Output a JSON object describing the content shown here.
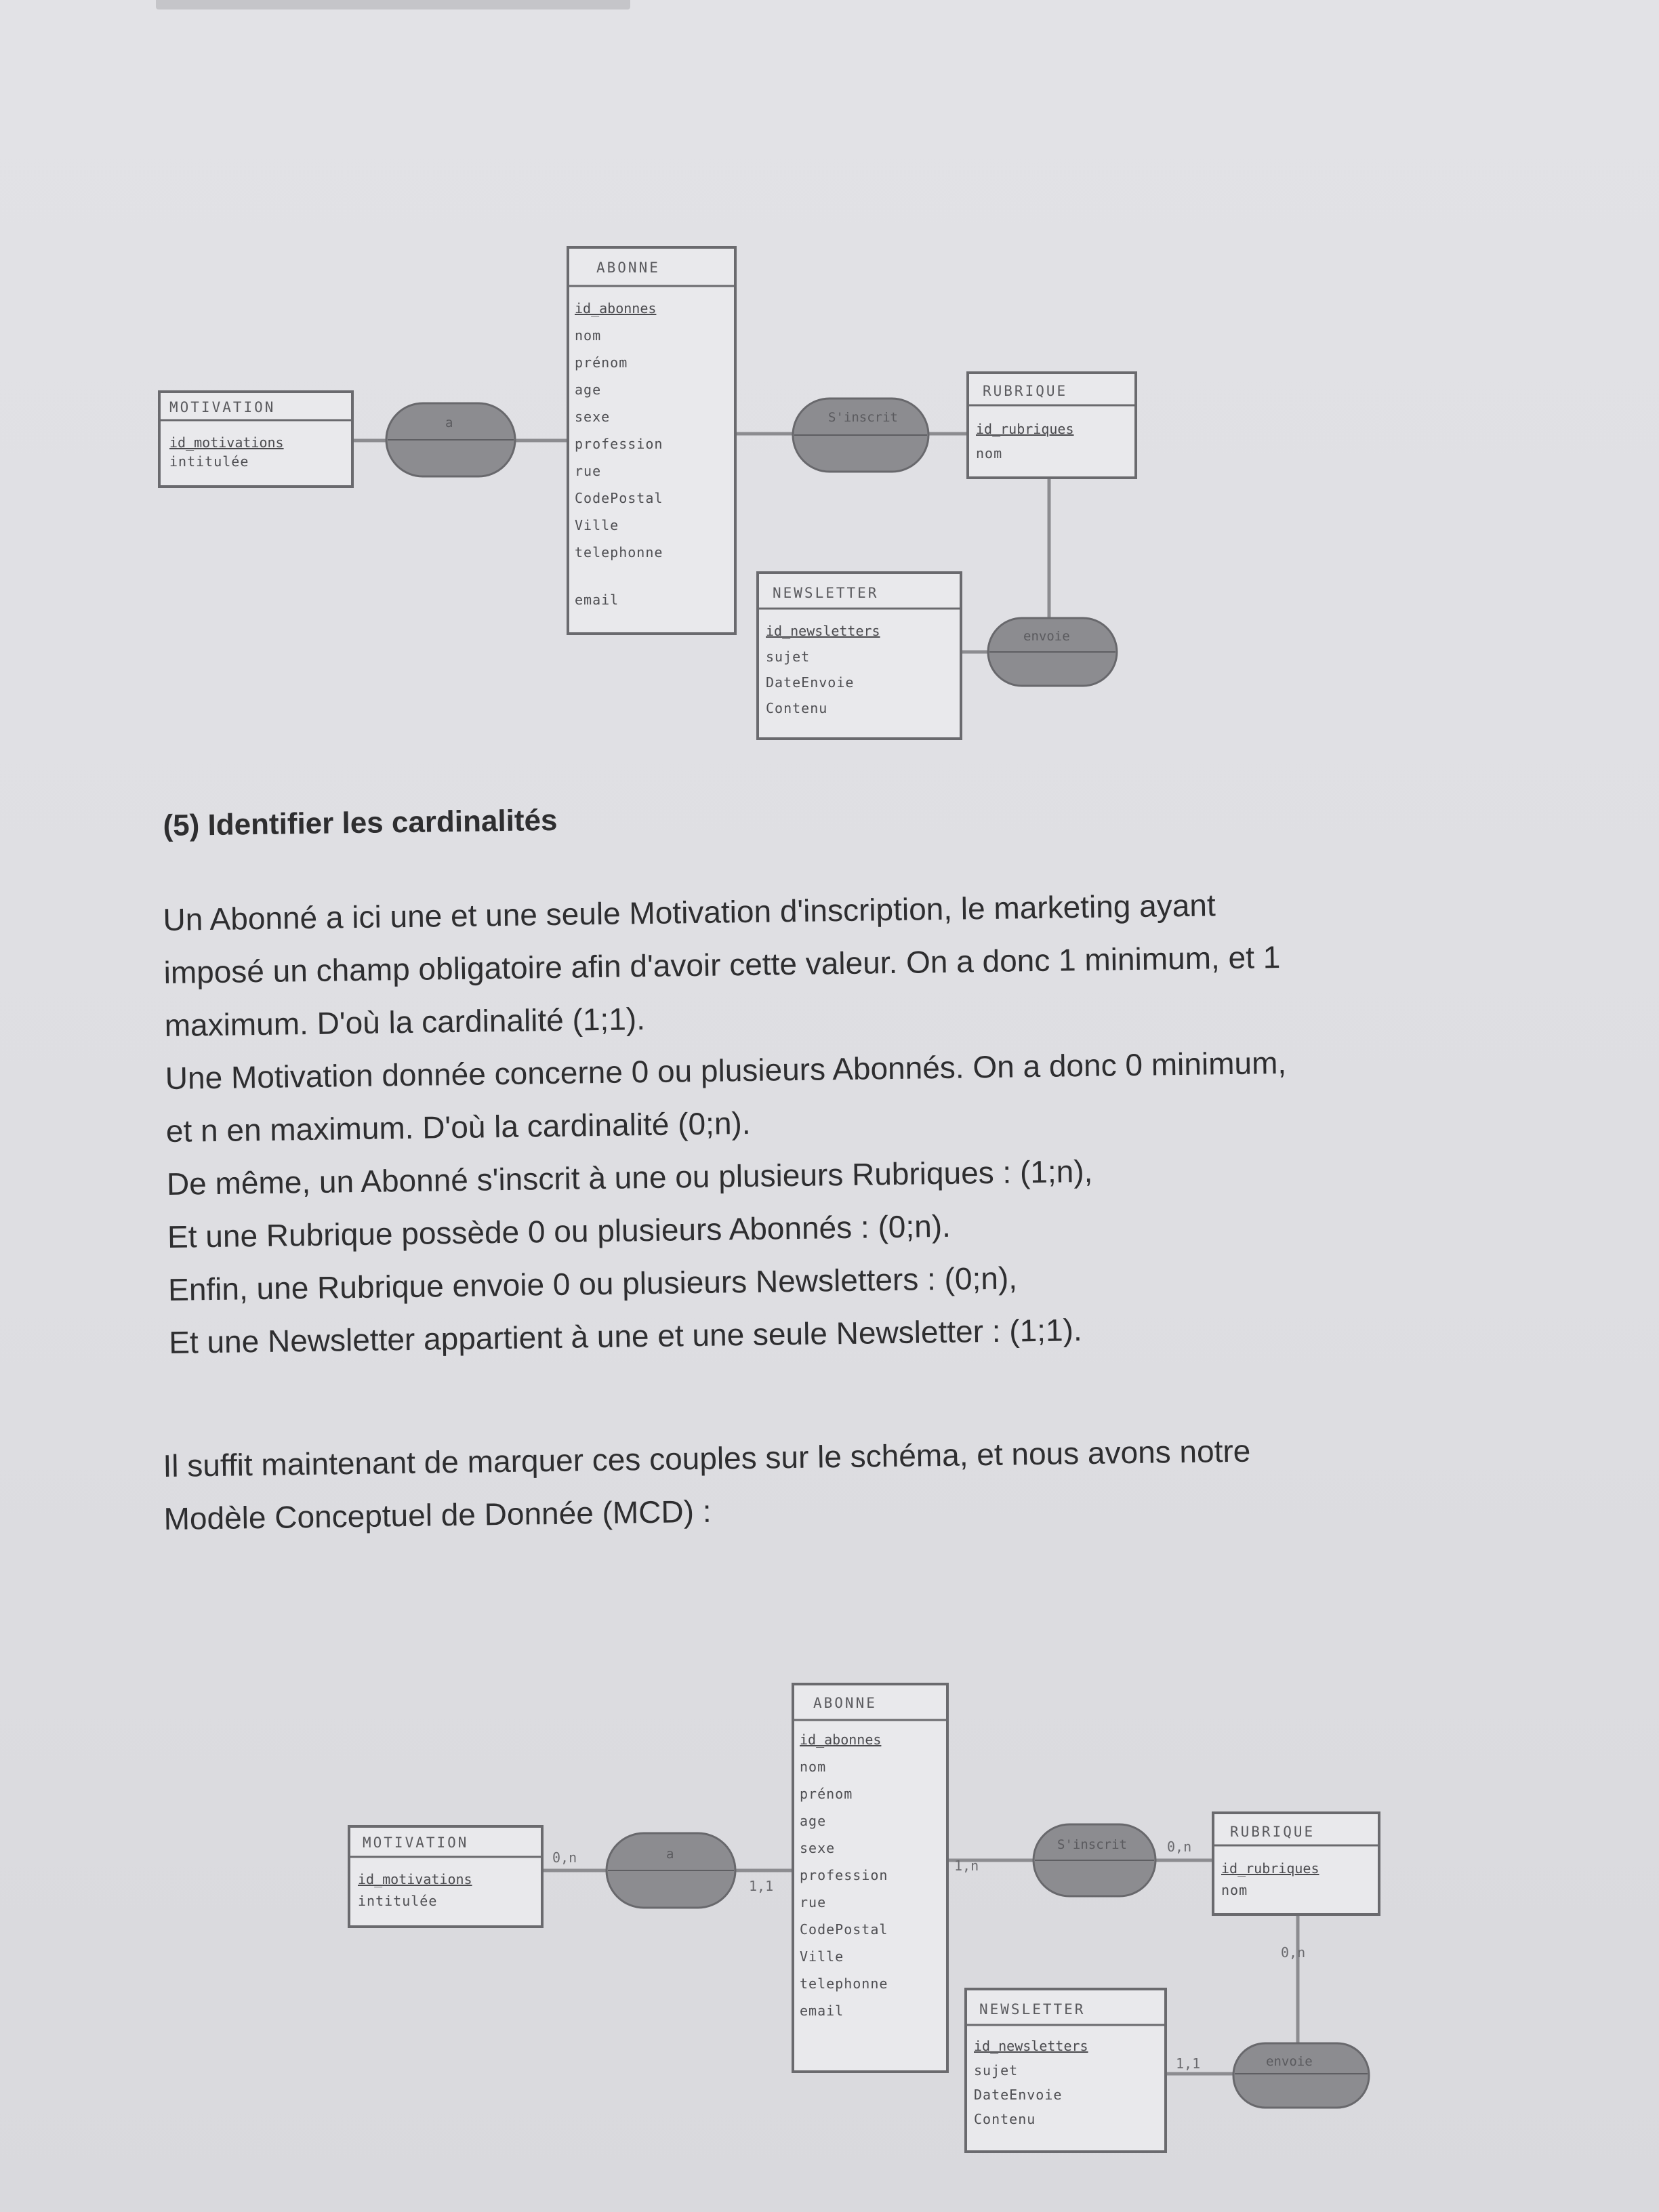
{
  "section_title": "(5) Identifier les cardinalités",
  "paragraph_lines": [
    "Un Abonné a ici une et une seule Motivation d'inscription, le marketing ayant",
    "imposé un champ obligatoire afin d'avoir cette valeur. On a donc 1 minimum, et 1",
    "maximum. D'où la cardinalité (1;1).",
    "Une Motivation donnée concerne 0 ou plusieurs Abonnés. On a donc 0 minimum,",
    "et n en maximum. D'où la cardinalité (0;n).",
    "De même, un Abonné s'inscrit à une ou plusieurs Rubriques : (1;n),",
    "Et une Rubrique possède 0 ou plusieurs Abonnés : (0;n).",
    "Enfin, une Rubrique envoie 0 ou plusieurs Newsletters : (0;n),",
    "Et une Newsletter appartient à une et une seule Newsletter : (1;1)."
  ],
  "conclusion_lines": [
    "Il suffit maintenant de marquer ces couples sur le schéma, et nous avons notre",
    "Modèle Conceptuel de Donnée (MCD) :"
  ],
  "entities": {
    "abonne": {
      "name": "ABONNE",
      "key": "id_abonnes",
      "attributes": [
        "nom",
        "prénom",
        "age",
        "sexe",
        "profession",
        "rue",
        "CodePostal",
        "Ville",
        "telephonne",
        "email"
      ]
    },
    "motivation": {
      "name": "MOTIVATION",
      "key": "id_motivations",
      "attributes": [
        "intitulée"
      ]
    },
    "rubrique": {
      "name": "RUBRIQUE",
      "key": "id_rubriques",
      "attributes": [
        "nom"
      ]
    },
    "newsletter": {
      "name": "NEWSLETTER",
      "key": "id_newsletters",
      "attributes": [
        "sujet",
        "DateEnvoie",
        "Contenu"
      ]
    }
  },
  "associations": {
    "motivation_link": "a",
    "inscription": "S'inscrit",
    "envoi": "envoie"
  },
  "cardinalities": {
    "motivation_side": "0,n",
    "abonne_motivation_side": "1,1",
    "abonne_rubrique_side": "1,n",
    "rubrique_inscrit_side": "0,n",
    "rubrique_envoie_side": "0,n",
    "newsletter_side": "1,1"
  }
}
